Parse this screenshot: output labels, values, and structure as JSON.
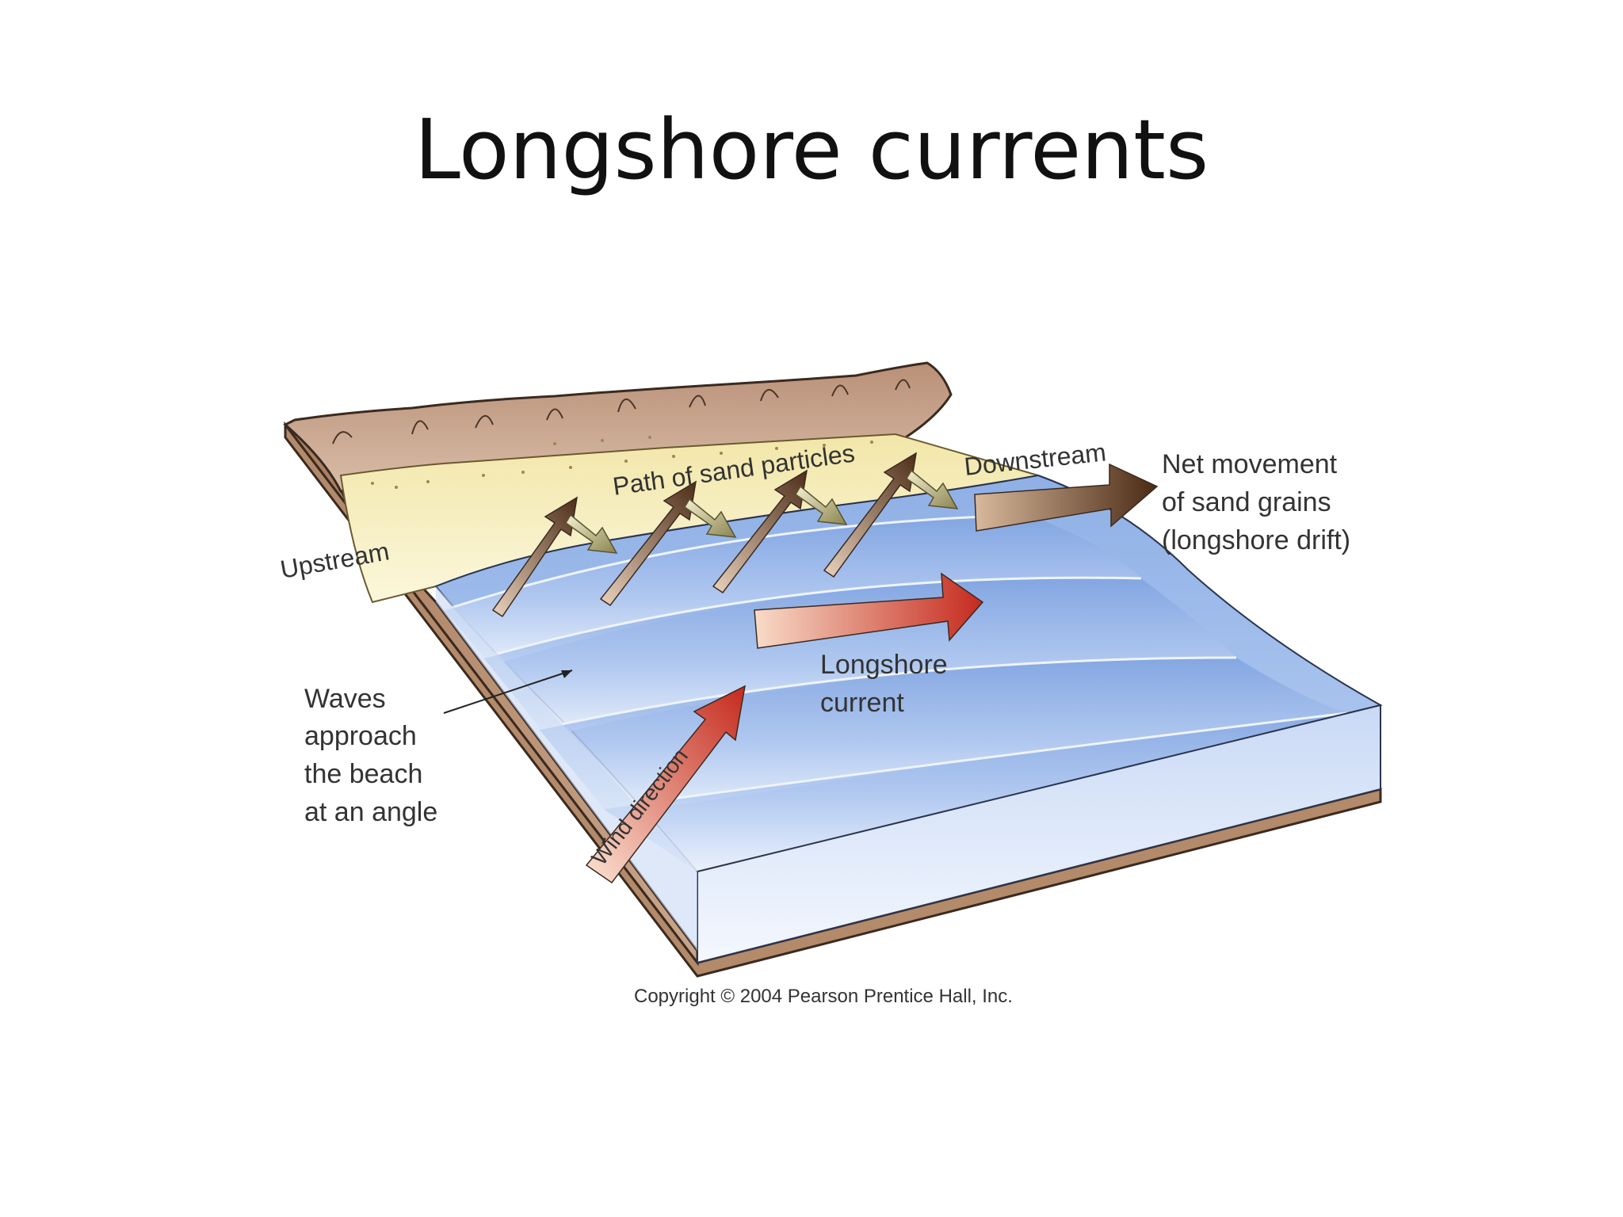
{
  "slide": {
    "title": "Longshore currents"
  },
  "diagram": {
    "labels": {
      "path_of_sand": "Path of sand particles",
      "downstream": "Downstream",
      "upstream": "Upstream",
      "net_movement_line1": "Net movement",
      "net_movement_line2": "of sand grains",
      "net_movement_line3": "(longshore drift)",
      "longshore_line1": "Longshore",
      "longshore_line2": "current",
      "waves_line1": "Waves",
      "waves_line2": "approach",
      "waves_line3": "the beach",
      "waves_line4": "at an angle",
      "wind_direction": "Wind direction"
    },
    "copyright": "Copyright © 2004 Pearson Prentice Hall, Inc.",
    "colors": {
      "water": "#a9c4ee",
      "sand": "#f7f0c0",
      "land": "#c8a58a",
      "brown_arrow": "#5b3a22",
      "red_arrow": "#c8362a"
    }
  }
}
